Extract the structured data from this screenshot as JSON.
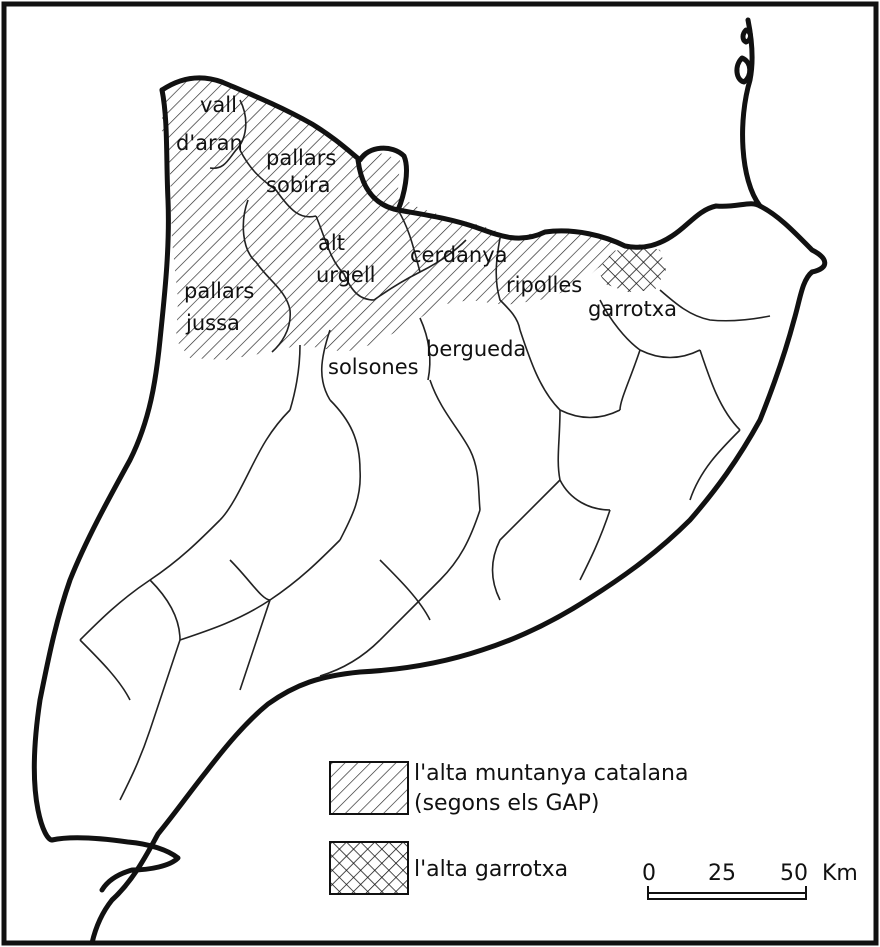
{
  "map": {
    "regions": {
      "vall_daran_1": "vall",
      "vall_daran_2": "d'aran",
      "pallars_sobira_1": "pallars",
      "pallars_sobira_2": "sobira",
      "alt_urgell_1": "alt",
      "alt_urgell_2": "urgell",
      "cerdanya": "cerdanya",
      "pallars_jussa_1": "pallars",
      "pallars_jussa_2": "jussa",
      "ripolles": "ripolles",
      "garrotxa": "garrotxa",
      "solsones": "solsones",
      "bergueda": "bergueda"
    },
    "legend": {
      "high_mountain_line1": "l'alta muntanya catalana",
      "high_mountain_line2": "(segons els GAP)",
      "alta_garrotxa": "l'alta garrotxa"
    },
    "scale": {
      "tick_0": "0",
      "tick_25": "25",
      "tick_50": "50",
      "unit": "Km"
    }
  }
}
